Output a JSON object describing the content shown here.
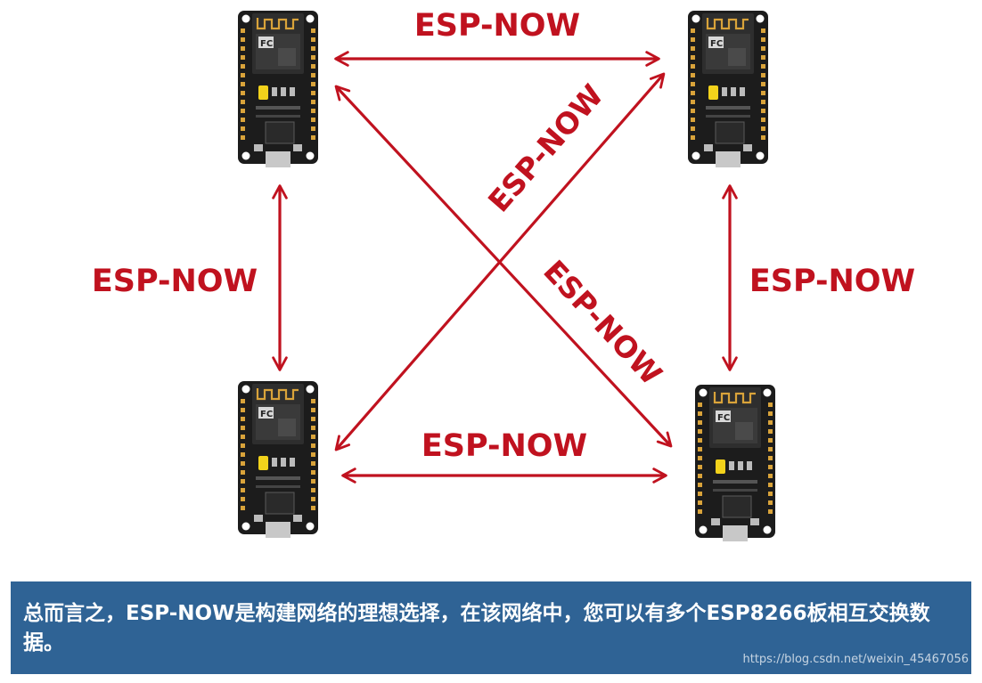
{
  "colors": {
    "arrow": "#c0121f",
    "board": "#1a1a1a",
    "module": "#2e2e2e",
    "caption_bg": "#2f6395",
    "caption_text": "#ffffff"
  },
  "boards": [
    {
      "id": "top-left",
      "icon": "nodemcu-board-icon"
    },
    {
      "id": "top-right",
      "icon": "nodemcu-board-icon"
    },
    {
      "id": "bottom-left",
      "icon": "nodemcu-board-icon"
    },
    {
      "id": "bottom-right",
      "icon": "nodemcu-board-icon"
    }
  ],
  "links": [
    {
      "label": "ESP-NOW",
      "from": "top-left",
      "to": "top-right"
    },
    {
      "label": "ESP-NOW",
      "from": "bottom-left",
      "to": "bottom-right"
    },
    {
      "label": "ESP-NOW",
      "from": "top-left",
      "to": "bottom-left"
    },
    {
      "label": "ESP-NOW",
      "from": "top-right",
      "to": "bottom-right"
    },
    {
      "label": "ESP-NOW",
      "from": "bottom-left",
      "to": "top-right"
    },
    {
      "label": "ESP-NOW",
      "from": "top-left",
      "to": "bottom-right"
    }
  ],
  "caption": {
    "text": "总而言之，ESP-NOW是构建网络的理想选择，在该网络中，您可以有多个ESP8266板相互交换数据。",
    "watermark": "https://blog.csdn.net/weixin_45467056"
  }
}
